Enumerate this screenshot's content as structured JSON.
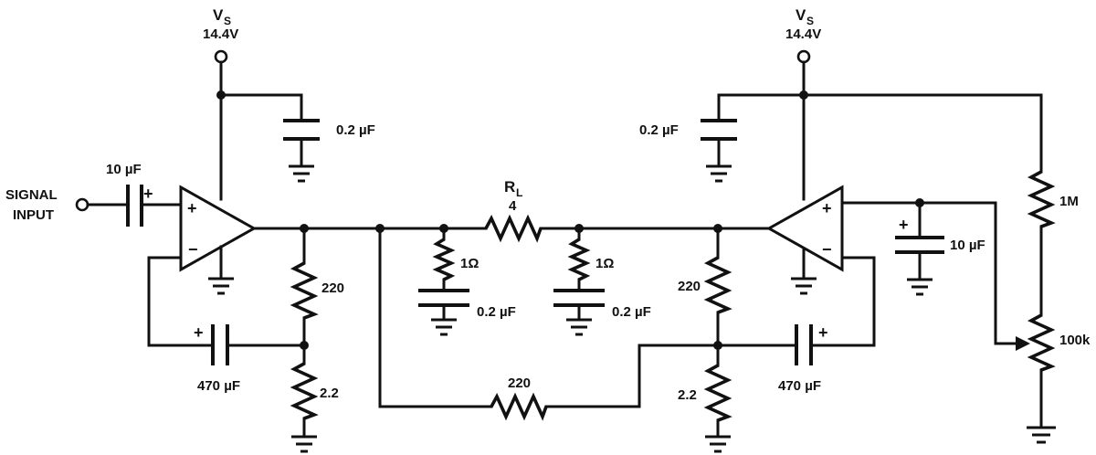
{
  "left_supply": {
    "symbol": "V",
    "subscript": "S",
    "voltage": "14.4V"
  },
  "right_supply": {
    "symbol": "V",
    "subscript": "S",
    "voltage": "14.4V"
  },
  "input": {
    "line1": "SIGNAL",
    "line2": "INPUT",
    "cap": "10 µF"
  },
  "load": {
    "name": "R",
    "subscript": "L",
    "value": "4"
  },
  "left_amp": {
    "bypass_cap": "0.2 µF",
    "r_top": "220",
    "r_bottom": "2.2",
    "feedback_cap": "470 µF"
  },
  "right_amp": {
    "bypass_cap": "0.2 µF",
    "r_top": "220",
    "r_bottom": "2.2",
    "feedback_cap": "470 µF",
    "bias_cap": "10 µF",
    "r_bias": "1M",
    "pot": "100k"
  },
  "cross_resistor": "220",
  "snubber_left": {
    "r": "1Ω",
    "c": "0.2 µF"
  },
  "snubber_right": {
    "r": "1Ω",
    "c": "0.2 µF"
  },
  "signs": {
    "plus": "+",
    "minus": "−"
  }
}
